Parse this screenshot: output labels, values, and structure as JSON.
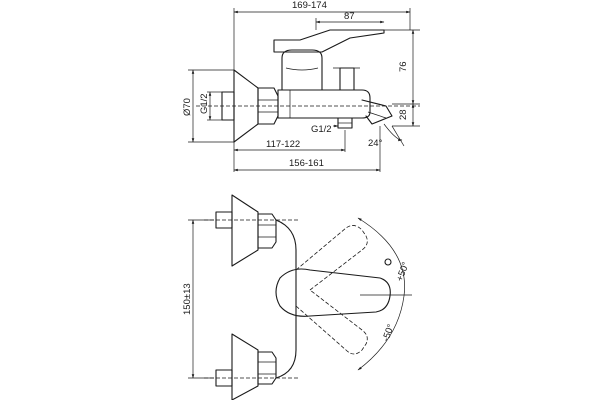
{
  "title": "",
  "accent_color": "#1a1a1a",
  "background_color": "#ffffff",
  "dimensions": {
    "overall_width": "169-174",
    "handle_length": "87",
    "body_height": "76",
    "spout_height": "28",
    "body_diameter": "Ø70",
    "thread_inlet": "G1/2",
    "thread_outlet": "G1/2",
    "spout_angle": "24°",
    "projection_min": "117-122",
    "projection_total": "156-161",
    "center_spacing": "150±13",
    "rotation_plus": "+50°",
    "rotation_minus": "-50°"
  }
}
